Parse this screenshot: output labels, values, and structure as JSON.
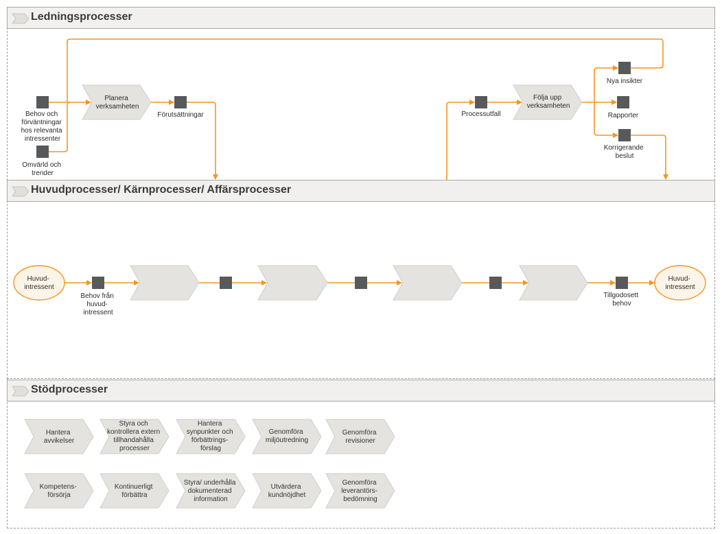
{
  "sections": {
    "ledning": {
      "title": "Ledningsprocesser"
    },
    "huvud": {
      "title": "Huvudprocesser/ Kärnprocesser/ Affärsprocesser"
    },
    "stod": {
      "title": "Stödprocesser"
    }
  },
  "ledning": {
    "behov": [
      "Behov och",
      "förväntningar",
      "hos relevanta",
      "intressenter"
    ],
    "omvarld": [
      "Omvärld och",
      "trender"
    ],
    "planera": [
      "Planera",
      "verksamheten"
    ],
    "forutsattningar": [
      "Förutsättningar"
    ],
    "processutfall": [
      "Processutfall"
    ],
    "folja_upp": [
      "Följa upp",
      "verksamheten"
    ],
    "nya_insikter": [
      "Nya insikter"
    ],
    "rapporter": [
      "Rapporter"
    ],
    "korrigerande": [
      "Korrigerande",
      "beslut"
    ]
  },
  "huvud": {
    "start_node": [
      "Huvud-",
      "intressent"
    ],
    "end_node": [
      "Huvud-",
      "intressent"
    ],
    "behov_fran": [
      "Behov från",
      "huvud-",
      "intressent"
    ],
    "tillgodosett": [
      "Tillgodosett",
      "behov"
    ]
  },
  "stod": {
    "row1": [
      [
        "Hantera",
        "avvikelser"
      ],
      [
        "Styra och",
        "kontrollera extern",
        "tillhandahålla",
        "processer"
      ],
      [
        "Hantera",
        "synpunkter och",
        "förbättrings-",
        "förslag"
      ],
      [
        "Genomföra",
        "miljöutredning"
      ],
      [
        "Genomföra",
        "revisioner"
      ]
    ],
    "row2": [
      [
        "Kompetens-",
        "försörja"
      ],
      [
        "Kontinuerligt",
        "förbättra"
      ],
      [
        "Styra/ underhålla",
        "dokumenterad",
        "information"
      ],
      [
        "Utvärdera",
        "kundnöjdhet"
      ],
      [
        "Genomföra",
        "leverantörs-",
        "bedömning"
      ]
    ]
  },
  "colors": {
    "arrow": "#f7941d",
    "node_fill": "#58595b",
    "chevron_fill": "#e4e3df",
    "chevron_stroke": "#c9c8c4",
    "oval_fill": "#fdf4e9",
    "oval_stroke": "#f7941d",
    "header_fill": "#f1f0ee"
  }
}
